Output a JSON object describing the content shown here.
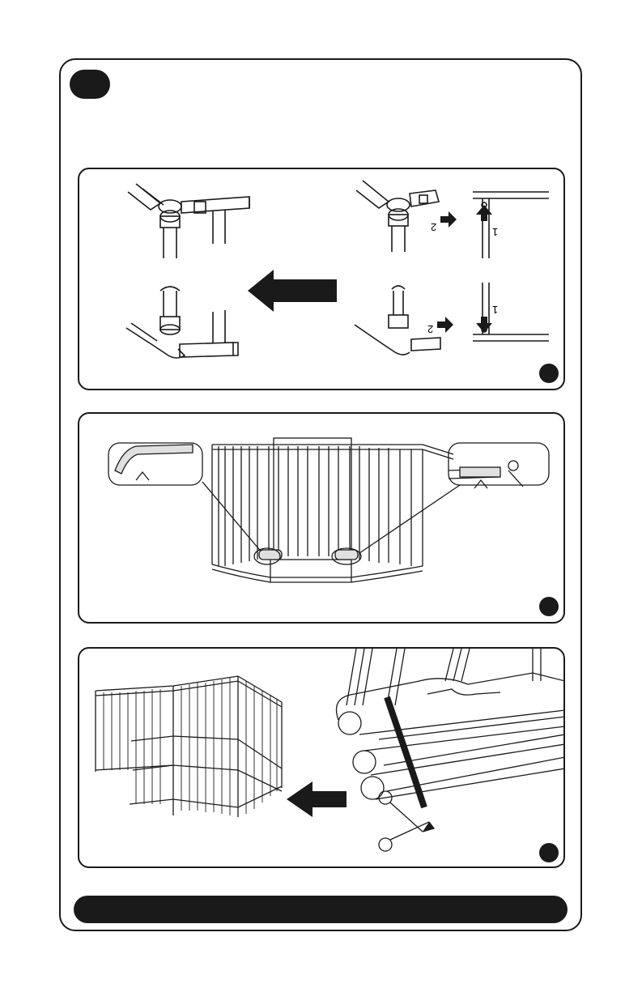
{
  "step": {
    "number": ""
  },
  "panels": [
    {
      "id": "a",
      "badge": "",
      "step_labels": [
        "1",
        "2",
        "1",
        "2"
      ]
    },
    {
      "id": "b",
      "badge": ""
    },
    {
      "id": "c",
      "badge": ""
    }
  ],
  "footer": {
    "text": ""
  },
  "colors": {
    "ink": "#1a1a1a",
    "paper": "#ffffff",
    "tint": "#e0e0e0"
  }
}
